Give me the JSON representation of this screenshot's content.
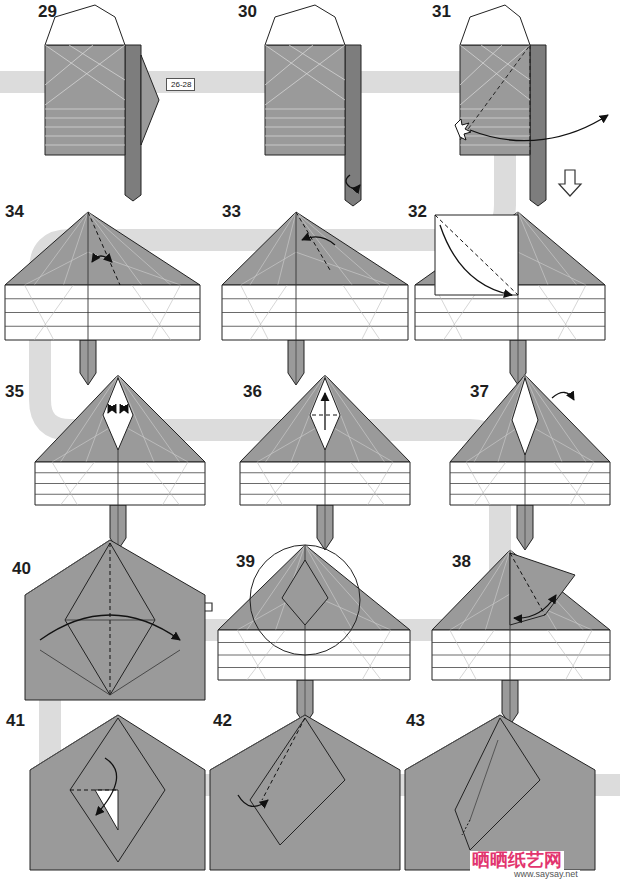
{
  "diagram": {
    "nodes": [
      {
        "text": [
          "26-28"
        ]
      }
    ],
    "labels": [
      "29",
      "30",
      "31",
      "34",
      "33",
      "32",
      "35",
      "36",
      "37",
      "40",
      "39",
      "38",
      "41",
      "42",
      "43",
      "晒晒纸艺网",
      "www.saysay.net"
    ]
  }
}
